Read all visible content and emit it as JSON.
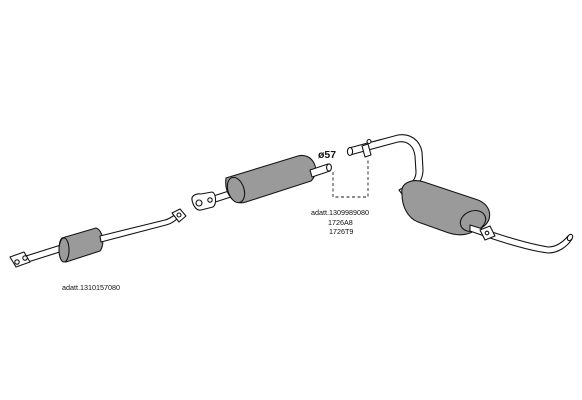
{
  "colors": {
    "line": "#141414",
    "silencer_fill": "#9a9a9a",
    "background": "#ffffff"
  },
  "labels": {
    "front_pipe_code": "adatt.1310157080",
    "joint_diameter": "ø57",
    "rear_codes": [
      "adatt.1309989080",
      "1726A8",
      "1726T9"
    ]
  }
}
